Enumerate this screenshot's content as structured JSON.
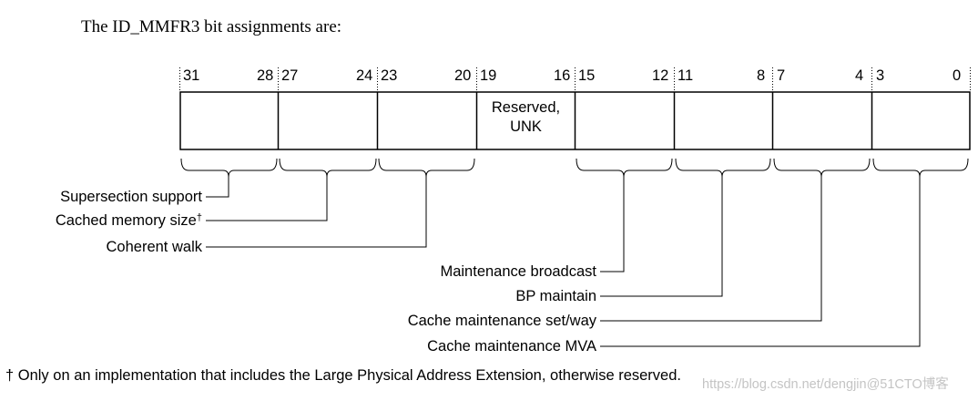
{
  "intro": "The ID_MMFR3 bit assignments are:",
  "bit_labels": [
    "31",
    "28",
    "27",
    "24",
    "23",
    "20",
    "19",
    "16",
    "15",
    "12",
    "11",
    "8",
    "7",
    "4",
    "3",
    "0"
  ],
  "reserved_field": {
    "line1": "Reserved,",
    "line2": "UNK"
  },
  "fields": {
    "supersection": "Supersection support",
    "cached_memory_size": "Cached memory size",
    "cached_memory_size_mark": "†",
    "coherent_walk": "Coherent walk",
    "maintenance_broadcast": "Maintenance broadcast",
    "bp_maintain": "BP maintain",
    "cache_set_way": "Cache maintenance set/way",
    "cache_mva": "Cache maintenance MVA"
  },
  "footnote": "† Only on an implementation that includes the Large Physical Address Extension, otherwise reserved.",
  "watermark": "https://blog.csdn.net/dengjin@51CTO博客"
}
